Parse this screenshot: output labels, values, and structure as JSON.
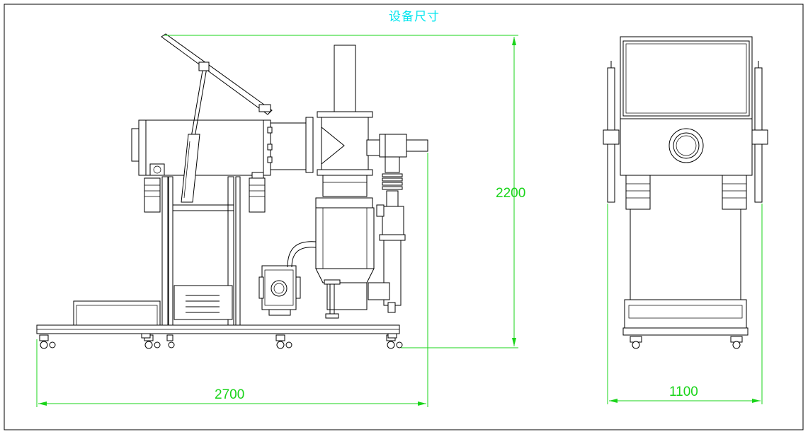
{
  "drawing": {
    "title": "设备尺寸",
    "dimensions": {
      "width_front": "2700",
      "height": "2200",
      "width_side": "1100"
    },
    "colors": {
      "title": "#00e5ee",
      "dimension": "#19d419",
      "line": "#000000"
    }
  }
}
